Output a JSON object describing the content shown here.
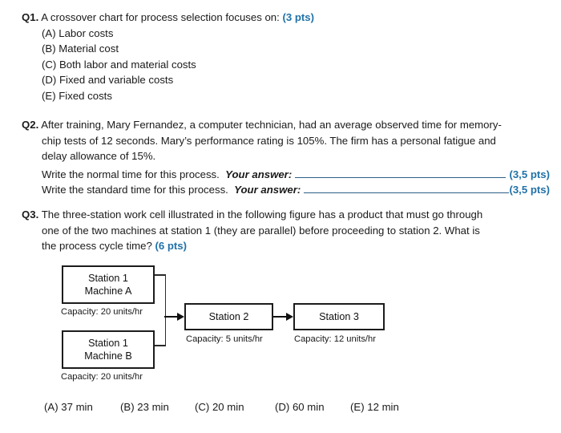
{
  "document": {
    "type": "exam-question-sheet",
    "accent_color": "#2172a8",
    "text_color": "#1a1a1a"
  },
  "questions": [
    {
      "label": "Q1.",
      "prompt": "A crossover chart for process selection focuses on:",
      "points": "(3 pts)",
      "options": [
        "(A) Labor costs",
        "(B) Material cost",
        "(C) Both labor and material costs",
        "(D) Fixed and variable costs",
        "(E) Fixed costs"
      ]
    },
    {
      "label": "Q2.",
      "body_line_1": "After training, Mary Fernandez, a computer technician, had an average observed time for memory-",
      "body_line_2": "chip tests of 12 seconds. Mary’s performance rating is 105%. The firm has a personal fatigue and",
      "body_line_3": "delay allowance of 15%.",
      "answers": [
        {
          "prompt": "Write the normal time for this process.",
          "your_answer_label": "Your answer:",
          "points": "(3,5 pts)"
        },
        {
          "prompt": "Write the standard time for this process.",
          "your_answer_label": "Your answer:",
          "points": "(3,5 pts)"
        }
      ]
    },
    {
      "label": "Q3.",
      "body_line_1": "The three-station work cell illustrated in the following figure has a product that must go through",
      "body_line_2": "one of the two machines at station 1 (they are parallel) before proceeding to station 2. What is",
      "body_line_3": "the process cycle time?",
      "points": "(6 pts)",
      "options": [
        "(A) 37 min",
        "(B) 23 min",
        "(C) 20 min",
        "(D) 60 min",
        "(E) 12 min"
      ]
    }
  ],
  "figure": {
    "name": "three-station-work-cell",
    "boxes": [
      {
        "id": "machine-a",
        "line1": "Station 1",
        "line2": "Machine A",
        "capacity": "Capacity: 20 units/hr"
      },
      {
        "id": "machine-b",
        "line1": "Station 1",
        "line2": "Machine B",
        "capacity": "Capacity: 20 units/hr"
      },
      {
        "id": "station-2",
        "line1": "Station 2",
        "line2": "",
        "capacity": "Capacity: 5 units/hr"
      },
      {
        "id": "station-3",
        "line1": "Station 3",
        "line2": "",
        "capacity": "Capacity: 12 units/hr"
      }
    ]
  }
}
